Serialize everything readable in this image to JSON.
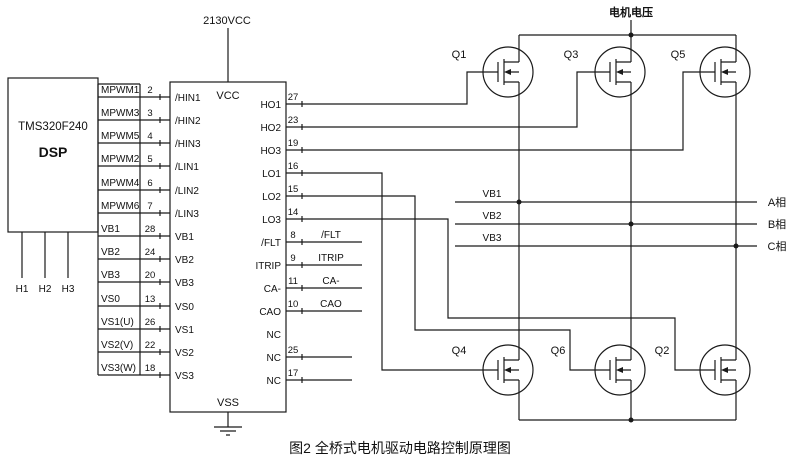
{
  "caption": "图2  全桥式电机驱动电路控制原理图",
  "power": {
    "driver_vcc": "2130VCC",
    "motor_voltage": "电机电压"
  },
  "dsp": {
    "title": "TMS320F240",
    "subtitle": "DSP",
    "hall_pins": [
      "H1",
      "H2",
      "H3"
    ],
    "pins": [
      {
        "label": "MPWM1",
        "num": "2"
      },
      {
        "label": "MPWM3",
        "num": "3"
      },
      {
        "label": "MPWM5",
        "num": "4"
      },
      {
        "label": "MPWM2",
        "num": "5"
      },
      {
        "label": "MPWM4",
        "num": "6"
      },
      {
        "label": "MPWM6",
        "num": "7"
      },
      {
        "label": "VB1",
        "num": "28"
      },
      {
        "label": "VB2",
        "num": "24"
      },
      {
        "label": "VB3",
        "num": "20"
      },
      {
        "label": "VS0",
        "num": "13"
      },
      {
        "label": "VS1(U)",
        "num": "26"
      },
      {
        "label": "VS2(V)",
        "num": "22"
      },
      {
        "label": "VS3(W)",
        "num": "18"
      }
    ]
  },
  "driver": {
    "vcc_pin": "VCC",
    "vss_pin": "VSS",
    "left_pins": [
      "/HIN1",
      "/HIN2",
      "/HIN3",
      "/LIN1",
      "/LIN2",
      "/LIN3",
      "VB1",
      "VB2",
      "VB3",
      "VS0",
      "VS1",
      "VS2",
      "VS3"
    ],
    "right_pins": [
      {
        "label": "HO1",
        "num": "27"
      },
      {
        "label": "HO2",
        "num": "23"
      },
      {
        "label": "HO3",
        "num": "19"
      },
      {
        "label": "LO1",
        "num": "16"
      },
      {
        "label": "LO2",
        "num": "15"
      },
      {
        "label": "LO3",
        "num": "14"
      },
      {
        "label": "/FLT",
        "num": "8",
        "ext": "/FLT"
      },
      {
        "label": "ITRIP",
        "num": "9",
        "ext": "ITRIP"
      },
      {
        "label": "CA-",
        "num": "11",
        "ext": "CA-"
      },
      {
        "label": "CAO",
        "num": "10",
        "ext": "CAO"
      },
      {
        "label": "NC",
        "num": ""
      },
      {
        "label": "NC",
        "num": "25"
      },
      {
        "label": "NC",
        "num": "17"
      }
    ]
  },
  "mosfets": [
    "Q1",
    "Q3",
    "Q5",
    "Q4",
    "Q6",
    "Q2"
  ],
  "phases": [
    {
      "node": "VB1",
      "phase": "A相"
    },
    {
      "node": "VB2",
      "phase": "B相"
    },
    {
      "node": "VB3",
      "phase": "C相"
    }
  ]
}
